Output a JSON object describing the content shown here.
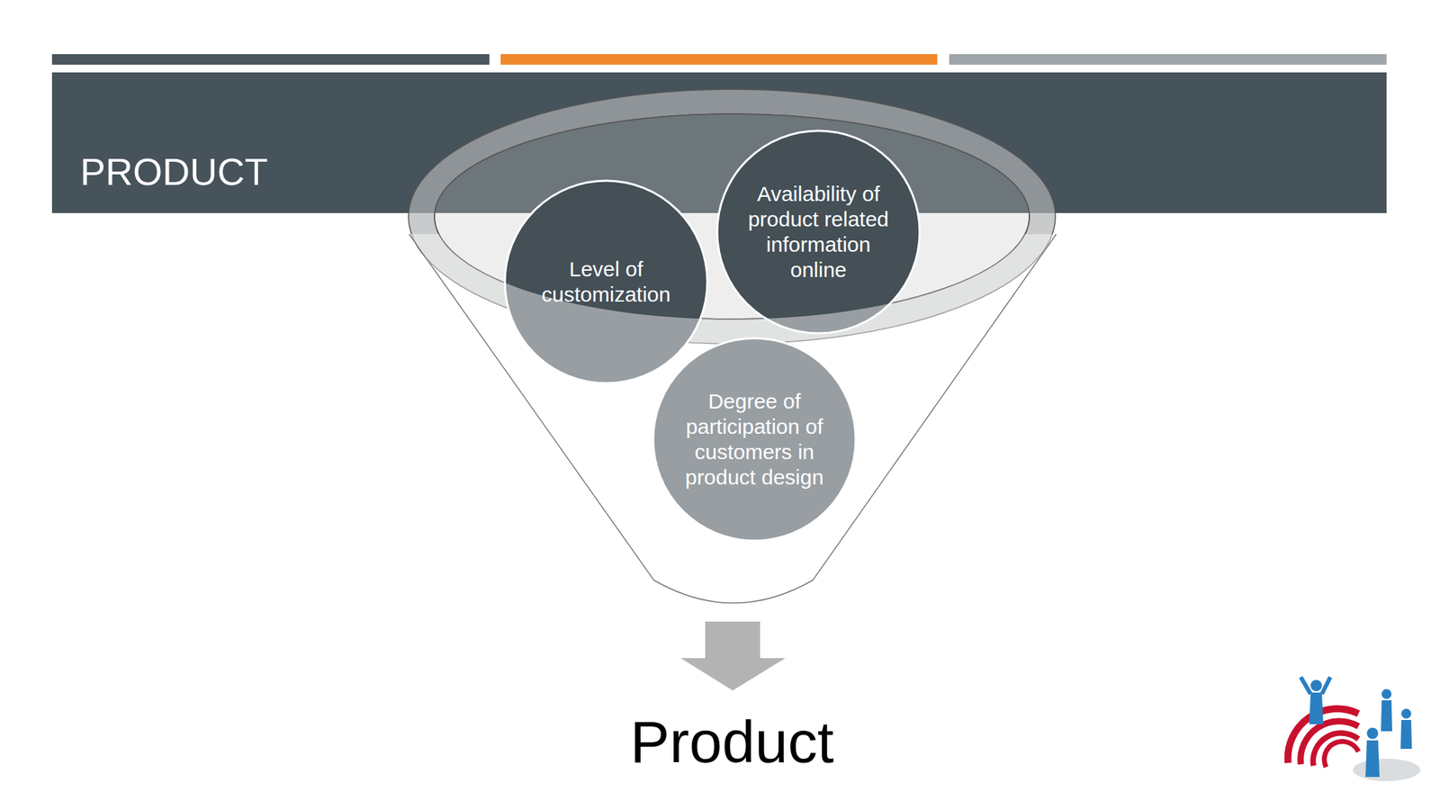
{
  "diagram": {
    "title": "PRODUCT",
    "nodes": [
      {
        "text": [
          "Level of customization"
        ]
      },
      {
        "text": [
          "Availability of product related information online"
        ]
      },
      {
        "text": [
          "Degree of participation of customers in product design"
        ]
      }
    ],
    "labels": [
      "Product"
    ]
  }
}
